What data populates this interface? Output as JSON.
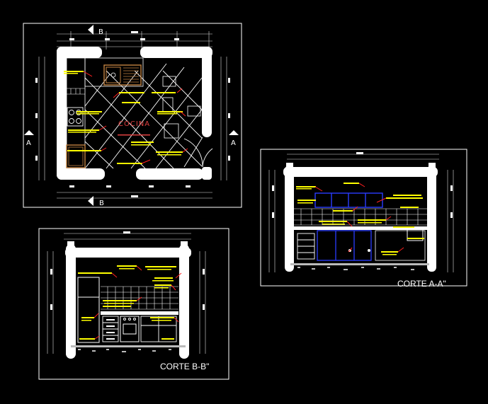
{
  "palette": {
    "background": "#000000",
    "frame": "#ffffff",
    "wall": "#ffffff",
    "dim": "#e8e8e8",
    "note": "#ffff00",
    "leader": "#ff2020",
    "kitchen_red": "#e04040",
    "furniture": "#c08040",
    "cabinet": "#2a3cff",
    "gray": "#9a9a9a"
  },
  "plan": {
    "room_label": "COCINA",
    "section_marks": {
      "b_top": "B",
      "b_bottom": "B",
      "a_left": "A",
      "a_right": "A"
    }
  },
  "sections": {
    "a": {
      "title": "CORTE A-A\""
    },
    "b": {
      "title": "CORTE B-B\""
    }
  }
}
